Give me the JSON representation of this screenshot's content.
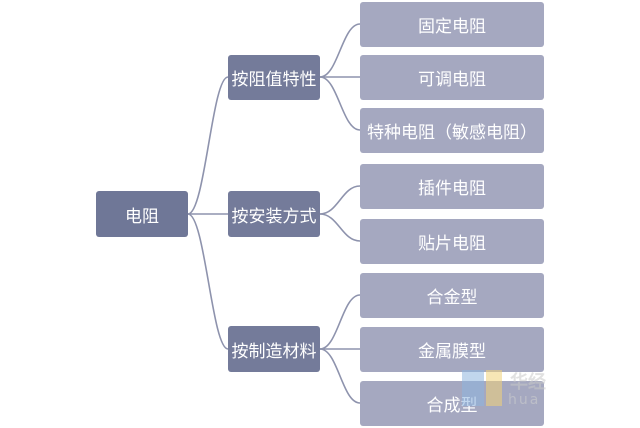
{
  "diagram": {
    "root": {
      "label": "电阻"
    },
    "categories": [
      {
        "label": "按阻值特性",
        "children": [
          "固定电阻",
          "可调电阻",
          "特种电阻（敏感电阻）"
        ]
      },
      {
        "label": "按安装方式",
        "children": [
          "插件电阻",
          "贴片电阻"
        ]
      },
      {
        "label": "按制造材料",
        "children": [
          "合金型",
          "金属膜型",
          "合成型"
        ]
      }
    ]
  },
  "colors": {
    "root": "#6f7797",
    "category": "#747b9a",
    "leaf": "#a5a8c0",
    "connector": "#8e93ad"
  },
  "watermark": {
    "text": "华经",
    "subtext": "hua"
  }
}
